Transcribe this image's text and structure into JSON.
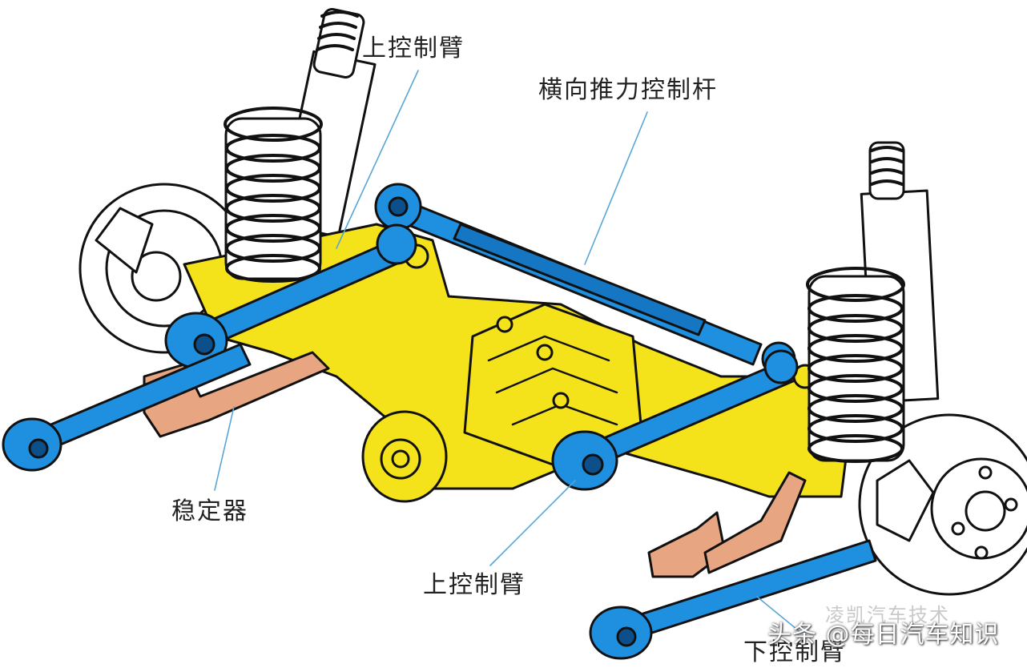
{
  "labels": {
    "upper_control_arm_top": "上控制臂",
    "panhard_rod": "横向推力控制杆",
    "stabilizer": "稳定器",
    "upper_control_arm_bottom": "上控制臂",
    "lower_control_arm": "下控制臂"
  },
  "watermarks": {
    "faded": "凌凯汽车技术",
    "credit": "头条 @每日汽车知识"
  },
  "colors": {
    "axle_housing": "#f4e21a",
    "control_arms": "#1f8fe0",
    "stabilizer": "#e8a582",
    "springs": "#ffffff",
    "outline": "#111111"
  },
  "icons": [
    "wheel-hub-icon",
    "coil-spring-icon",
    "shock-absorber-icon",
    "brake-disc-icon"
  ]
}
